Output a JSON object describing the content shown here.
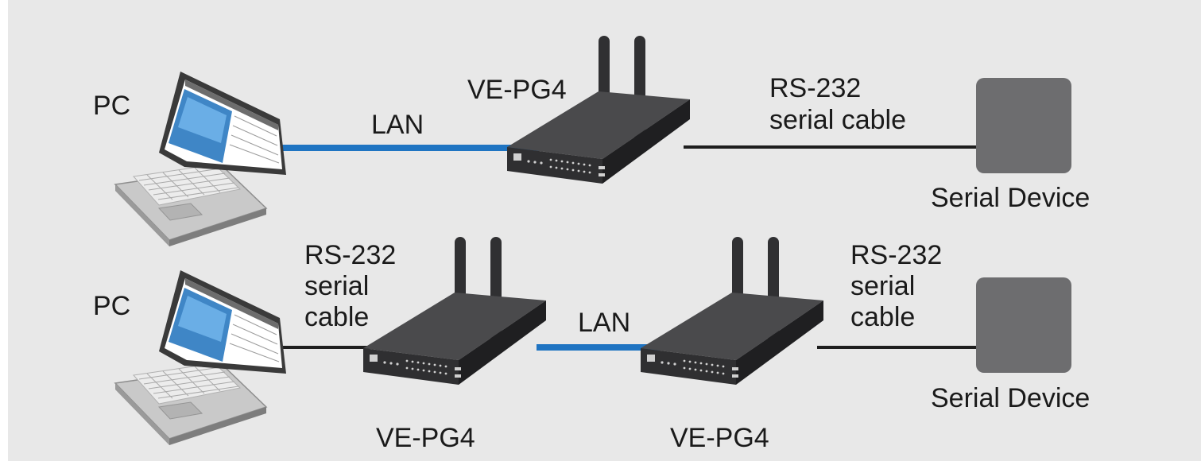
{
  "colors": {
    "background": "#e8e8e8",
    "lan_cable": "#1f74c2",
    "serial_cable": "#1e1e1e",
    "router_body": "#3f3f41",
    "device_box": "#6d6d6f",
    "text": "#1a1a1a"
  },
  "row1": {
    "pc_label": "PC",
    "lan_label": "LAN",
    "router_label": "VE-PG4",
    "serial_label_lines": [
      "RS-232",
      "serial cable"
    ],
    "device_label": "Serial Device"
  },
  "row2": {
    "pc_label": "PC",
    "serial_left_lines": [
      "RS-232",
      "serial",
      "cable"
    ],
    "router_left_label": "VE-PG4",
    "lan_label": "LAN",
    "router_right_label": "VE-PG4",
    "serial_right_lines": [
      "RS-232",
      "serial",
      "cable"
    ],
    "device_label": "Serial Device"
  },
  "icons": [
    "laptop-icon",
    "router-icon",
    "antenna-icon",
    "serial-device-icon"
  ]
}
